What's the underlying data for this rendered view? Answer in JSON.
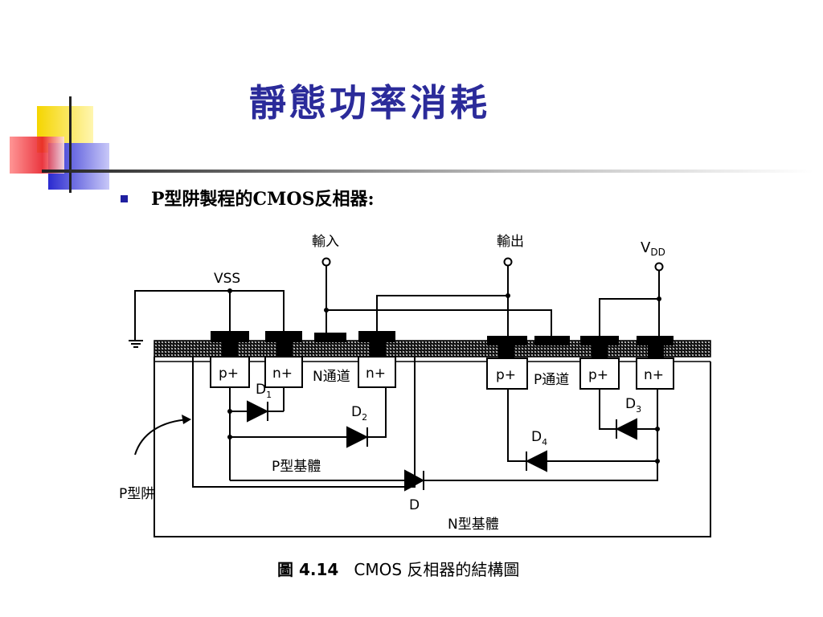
{
  "slide": {
    "title": "靜態功率消耗",
    "bullet": "P型阱製程的CMOS反相器:"
  },
  "figure": {
    "caption_number": "圖 4.14",
    "caption_text": "CMOS 反相器的結構圖",
    "labels": {
      "input": "輸入",
      "output": "輸出",
      "vdd": "V",
      "vdd_sub": "DD",
      "vss": "VSS",
      "p_plus_1": "p+",
      "n_plus_1": "n+",
      "n_channel": "N通道",
      "n_plus_2": "n+",
      "p_plus_2": "p+",
      "p_channel": "P通道",
      "p_plus_3": "p+",
      "n_plus_3": "n+",
      "d1": "D",
      "d1_sub": "1",
      "d2": "D",
      "d2_sub": "2",
      "d3": "D",
      "d3_sub": "3",
      "d4": "D",
      "d4_sub": "4",
      "d": "D",
      "p_body": "P型基體",
      "p_well": "P型阱",
      "n_body": "N型基體"
    }
  },
  "colors": {
    "title": "#2b2b9a",
    "accent_yellow": "#f5d500",
    "accent_red": "#e8202a",
    "accent_blue": "#2a2ad0"
  }
}
